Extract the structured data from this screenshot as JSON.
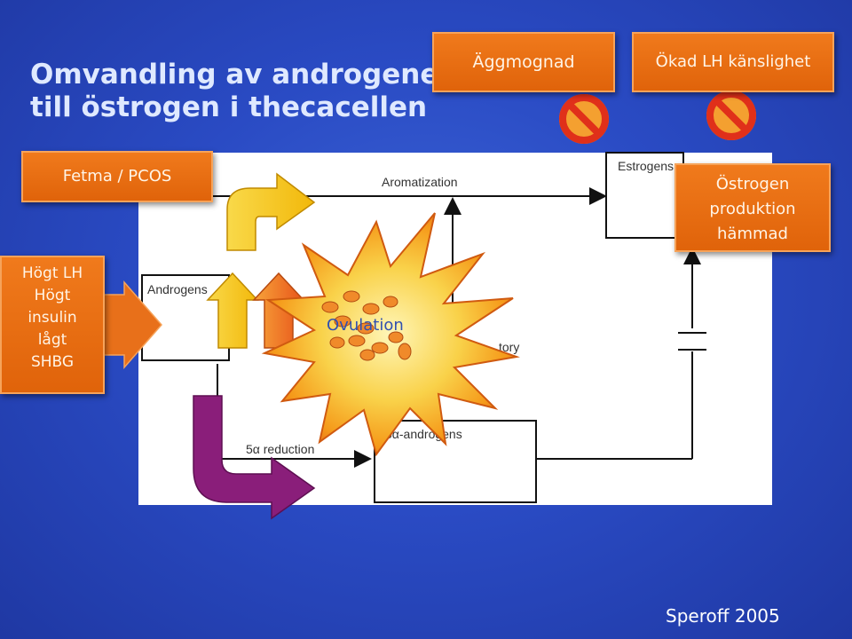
{
  "title": {
    "line1": "Omvandling av  androgener",
    "line2": "till östrogen i thecacellen"
  },
  "boxes": {
    "aggmognad": "Äggmognad",
    "lh_kanslighet": "Ökad LH känslighet",
    "fetma": "Fetma / PCOS",
    "ostrogen": [
      "Östrogen",
      "produktion",
      "hämmad"
    ],
    "hogt": [
      "Högt LH",
      "Högt",
      "insulin",
      "lågt",
      "SHBG"
    ]
  },
  "diagram": {
    "aromatization": "Aromatization",
    "estrogens": "Estrogens",
    "androgens": "Androgens",
    "five_alpha_reduction": "5α reduction",
    "five_alpha_androgens": "5α-androgens",
    "partial_label": "tory",
    "ovulation": "Ovulation"
  },
  "credit": "Speroff 2005",
  "colors": {
    "background": "#2a4bc4",
    "box_orange": "#e8701a",
    "arrow_yellow": "#f6c61a",
    "arrow_purple": "#8a1e7a",
    "burst": "#f07010",
    "prohibit_red": "#e0301a"
  },
  "icons": [
    "prohibition-icon",
    "prohibition-icon"
  ]
}
